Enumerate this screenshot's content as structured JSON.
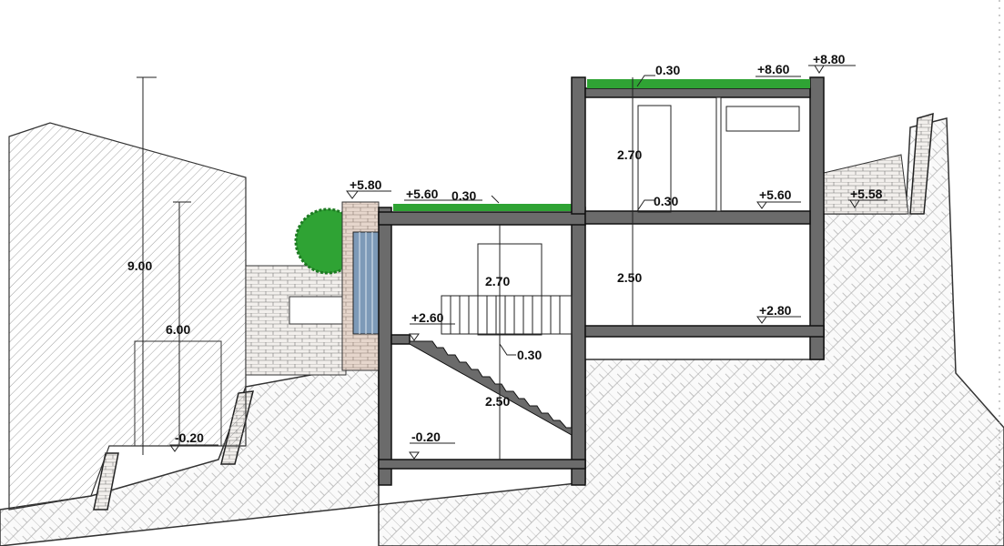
{
  "drawing": {
    "type": "building section",
    "colors": {
      "wall": "#6b6b6b",
      "green_roof": "#2fa334",
      "stone": "#e6d6cc",
      "glass": "#7d9ab8"
    },
    "left_building": {
      "height_total": "9.00",
      "height_eave": "6.00",
      "level_ground": "-0.20"
    },
    "garden": {
      "level_wall_top": "+5.80"
    },
    "lower_block": {
      "roof_level": "+5.60",
      "roof_thickness": "0.30",
      "upper_floor_height": "2.70",
      "mezzanine_level": "+2.60",
      "slab_thickness": "0.30",
      "lower_floor_height": "2.50",
      "floor_level": "-0.20"
    },
    "upper_block": {
      "roof_thickness": "0.30",
      "roof_level": "+8.60",
      "parapet_level": "+8.80",
      "upper_floor_height": "2.70",
      "slab_thickness": "0.30",
      "upper_floor_level": "+5.60",
      "lower_floor_height": "2.50",
      "lower_floor_level": "+2.80"
    },
    "right_terrain": {
      "level": "+5.58"
    }
  }
}
